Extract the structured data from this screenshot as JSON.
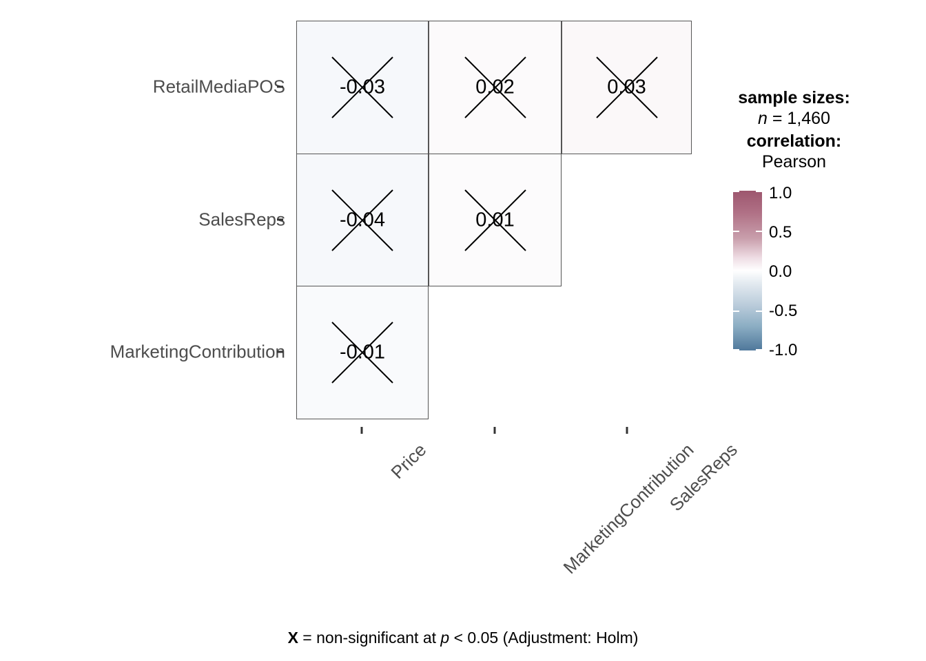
{
  "chart_data": {
    "type": "heatmap",
    "subtype": "correlation-matrix-lower-triangle",
    "title": "",
    "correlation_method": "Pearson",
    "sample_size_label": "n = 1,460",
    "sample_size": 1460,
    "x_categories": [
      "Price",
      "MarketingContribution",
      "SalesReps"
    ],
    "y_categories": [
      "RetailMediaPOS",
      "SalesReps",
      "MarketingContribution"
    ],
    "zlim": [
      -1.0,
      1.0
    ],
    "legend_ticks": [
      "1.0",
      "0.5",
      "0.0",
      "-0.5",
      "-1.0"
    ],
    "legend_tick_values": [
      1.0,
      0.5,
      0.0,
      -0.5,
      -1.0
    ],
    "cells": [
      {
        "row": "RetailMediaPOS",
        "col": "Price",
        "value": -0.03,
        "label": "-0.03",
        "nonsignificant": true,
        "fill": "#f6f8fb"
      },
      {
        "row": "RetailMediaPOS",
        "col": "MarketingContribution",
        "value": 0.02,
        "label": "0.02",
        "nonsignificant": true,
        "fill": "#fcfafb"
      },
      {
        "row": "RetailMediaPOS",
        "col": "SalesReps",
        "value": 0.03,
        "label": "0.03",
        "nonsignificant": true,
        "fill": "#fbf8f9"
      },
      {
        "row": "SalesReps",
        "col": "Price",
        "value": -0.04,
        "label": "-0.04",
        "nonsignificant": true,
        "fill": "#f6f8fb"
      },
      {
        "row": "SalesReps",
        "col": "MarketingContribution",
        "value": 0.01,
        "label": "0.01",
        "nonsignificant": true,
        "fill": "#fcfbfc"
      },
      {
        "row": "MarketingContribution",
        "col": "Price",
        "value": -0.01,
        "label": "-0.01",
        "nonsignificant": true,
        "fill": "#f9fafc"
      }
    ],
    "grid": true,
    "legend_position": "right",
    "colors": {
      "high": "#9d566e",
      "mid": "#ffffff",
      "low": "#4f789b",
      "cell_border": "#555555",
      "axis_text": "#4d4d4d",
      "value_text": "#000000"
    }
  },
  "legend": {
    "sample_sizes_title": "sample sizes:",
    "sample_sizes_value_italic": "n",
    "sample_sizes_value_rest": " = 1,460",
    "correlation_title": "correlation:",
    "correlation_method": "Pearson",
    "ticks": [
      "1.0",
      "0.5",
      "0.0",
      "-0.5",
      "-1.0"
    ]
  },
  "caption": {
    "symbol": "X",
    "text_before_p": " = non-significant at ",
    "p_italic": "p",
    "text_after_p": " < 0.05 (Adjustment: Holm)"
  }
}
